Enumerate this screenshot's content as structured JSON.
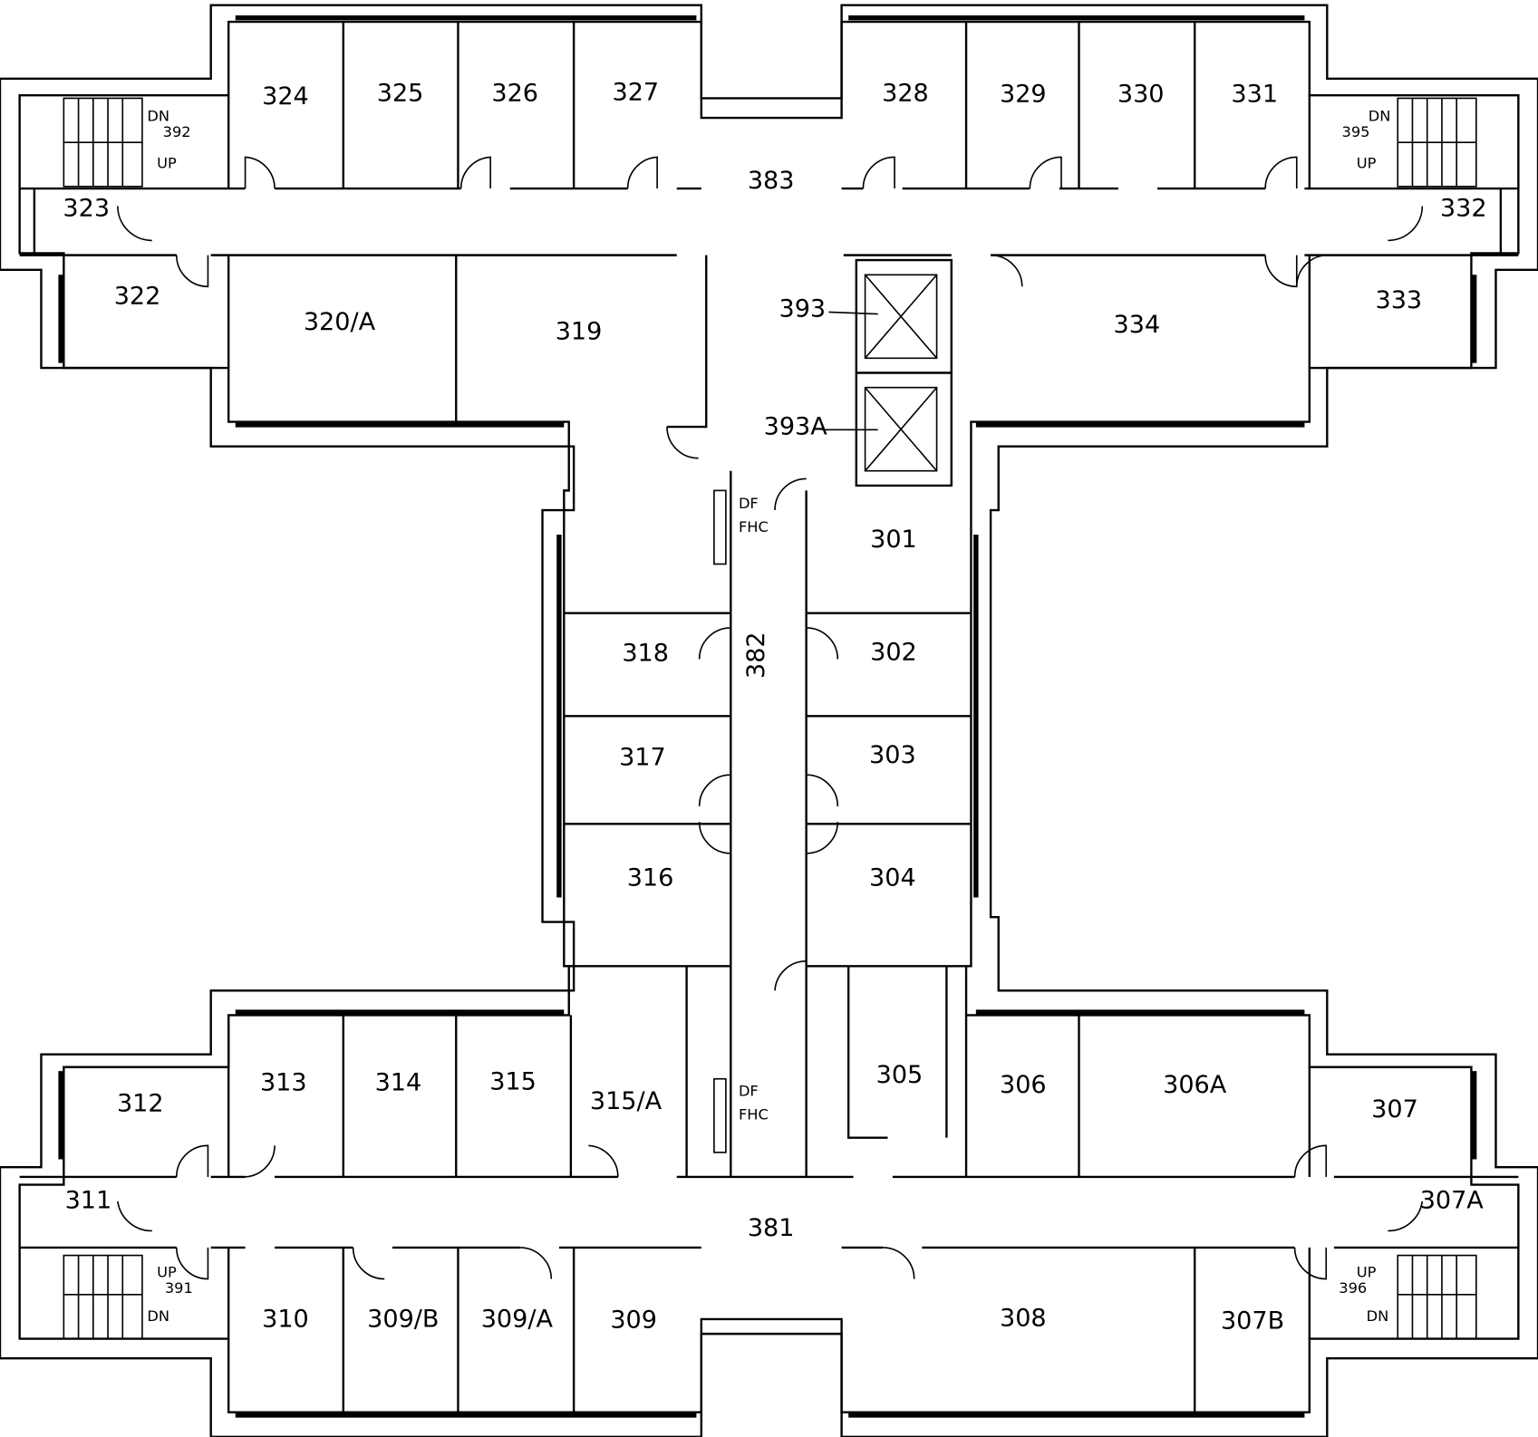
{
  "rooms": {
    "r324": "324",
    "r325": "325",
    "r326": "326",
    "r327": "327",
    "r383": "383",
    "r328": "328",
    "r329": "329",
    "r330": "330",
    "r331": "331",
    "r323": "323",
    "r332": "332",
    "r322": "322",
    "r320a": "320/A",
    "r319": "319",
    "r393": "393",
    "r393a": "393A",
    "r334": "334",
    "r333": "333",
    "r301": "301",
    "r302": "302",
    "r303": "303",
    "r304": "304",
    "r318": "318",
    "r317": "317",
    "r316": "316",
    "r382": "382",
    "r312": "312",
    "r313": "313",
    "r314": "314",
    "r315": "315",
    "r315a": "315/A",
    "r305": "305",
    "r306": "306",
    "r306a": "306A",
    "r307": "307",
    "r311": "311",
    "r381": "381",
    "r307a": "307A",
    "r310": "310",
    "r309b": "309/B",
    "r309a": "309/A",
    "r309": "309",
    "r308": "308",
    "r307b": "307B"
  },
  "stairs": {
    "s392": "392",
    "s395": "395",
    "s391": "391",
    "s396": "396",
    "dn": "DN",
    "up": "UP"
  },
  "fixtures": {
    "df": "DF",
    "fhc": "FHC"
  }
}
